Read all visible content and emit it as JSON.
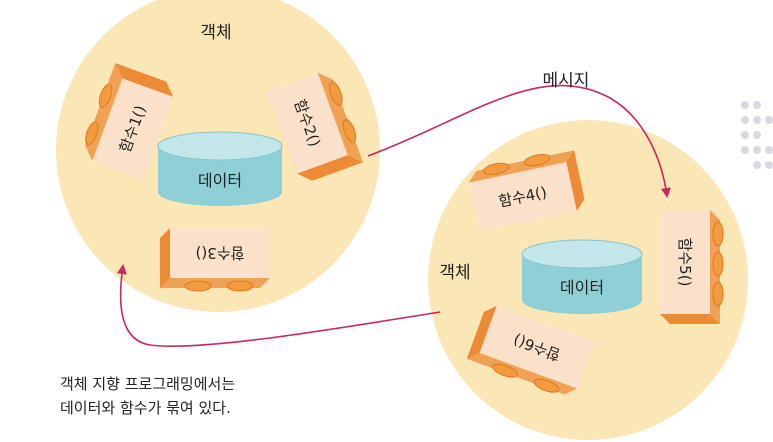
{
  "objects": [
    {
      "label": "객체",
      "data_label": "데이터",
      "functions": [
        "함수1()",
        "함수2()",
        "함수3()"
      ]
    },
    {
      "label": "객체",
      "data_label": "데이터",
      "functions": [
        "함수4()",
        "함수5()",
        "함수6()"
      ]
    }
  ],
  "message_label": "메시지",
  "caption": {
    "line1": "객체 지향 프로그래밍에서는",
    "line2": "데이터와 함수가 묶여 있다."
  },
  "colors": {
    "circle": "#fbe6b5",
    "brick_face": "#fbe1ca",
    "brick_top": "#f1a153",
    "brick_side": "#ec8a35",
    "stud": "#f39a3e",
    "data_body": "#8fd0d7",
    "data_top": "#c3e6ea",
    "arrow": "#c8285e",
    "dots": "#d0d4dc"
  }
}
